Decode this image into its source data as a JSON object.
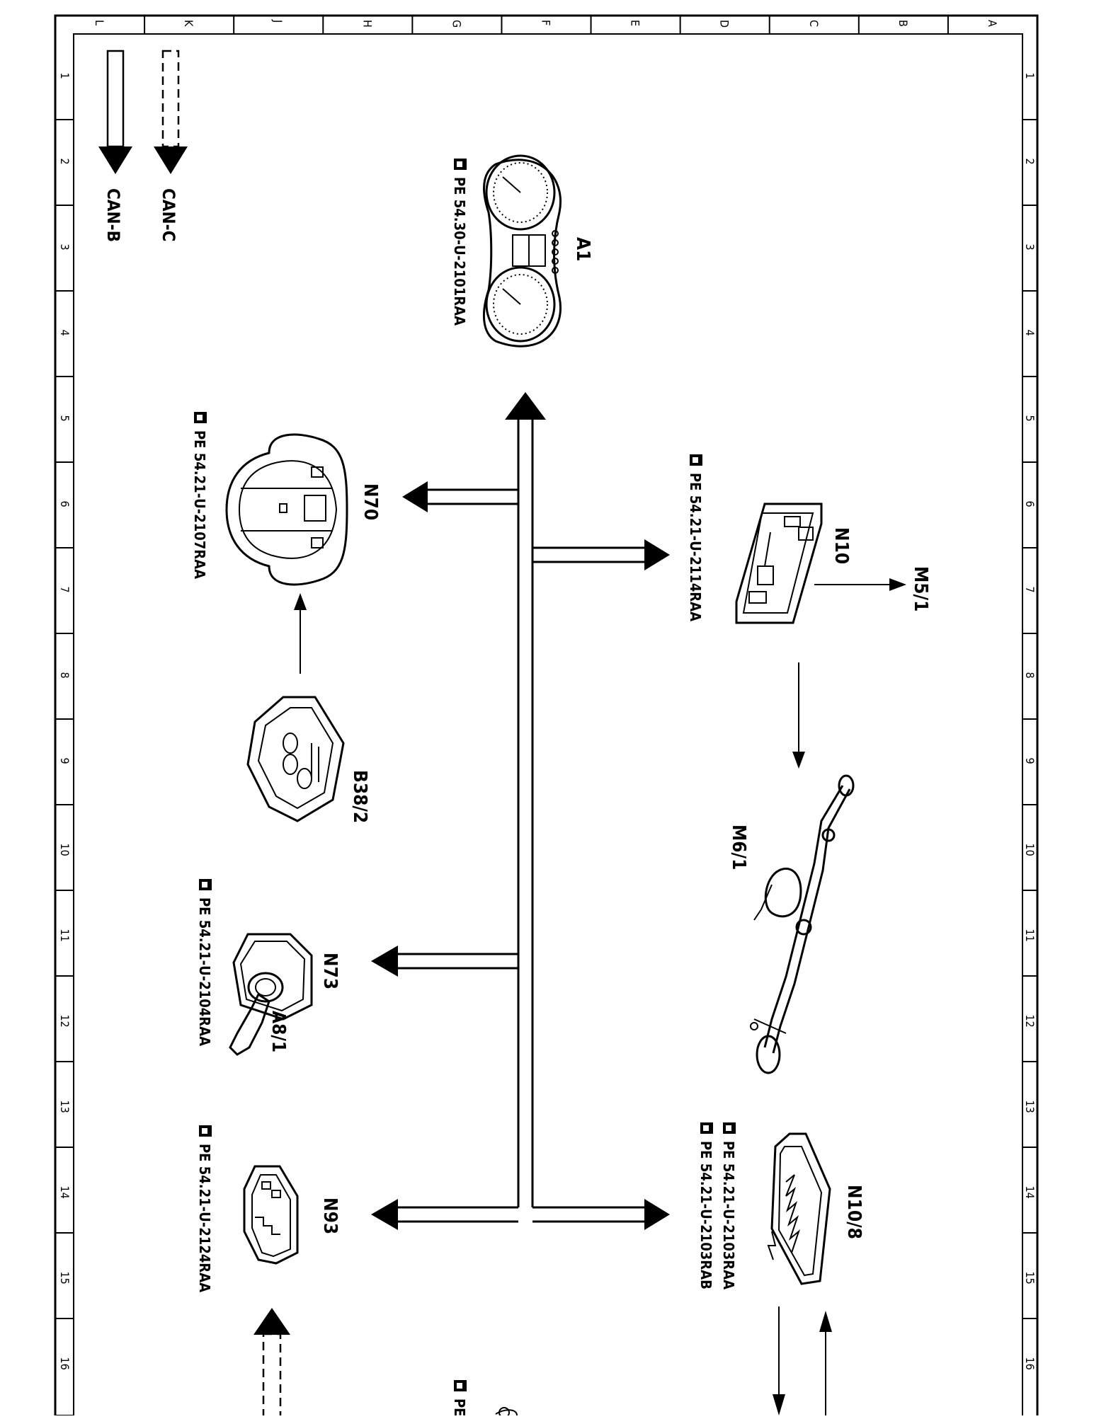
{
  "frame": {
    "row_letters": [
      "L",
      "K",
      "J",
      "H",
      "G",
      "F",
      "E",
      "D",
      "C",
      "B",
      "A"
    ],
    "col_numbers": [
      "1",
      "2",
      "3",
      "4",
      "5",
      "6",
      "7",
      "8",
      "9",
      "10",
      "11",
      "12",
      "13",
      "14",
      "15",
      "16"
    ]
  },
  "legend": [
    {
      "label": "CAN-C",
      "style": "dashed"
    },
    {
      "label": "CAN-B",
      "style": "solid"
    }
  ],
  "components": [
    {
      "code": "A1",
      "ref": "PE 54.30-U-2101RAA",
      "icon": "instrument-cluster"
    },
    {
      "code": "N10",
      "ref": "PE 54.21-U-2114RAA",
      "icon": "sam-module"
    },
    {
      "code": "M5/1",
      "ref": "",
      "icon": ""
    },
    {
      "code": "N70",
      "ref": "PE 54.21-U-2107RAA",
      "icon": "overhead-control-panel"
    },
    {
      "code": "B38/2",
      "ref": "",
      "icon": "rain-light-sensor"
    },
    {
      "code": "M6/1",
      "ref": "",
      "icon": "wiper-motor-linkage"
    },
    {
      "code": "N73",
      "ref": "PE 54.21-U-2104RAA",
      "icon": "ignition-switch"
    },
    {
      "code": "A8/1",
      "ref": "",
      "icon": "transmitter-key"
    },
    {
      "code": "N93",
      "ref": "PE 54.21-U-2124RAA",
      "icon": "central-gateway"
    },
    {
      "code": "N10/8",
      "ref": "PE 54.21-U-2103RAA",
      "ref2": "PE 54.21-U-2103RAB",
      "icon": "rear-sam-module"
    }
  ],
  "partial": {
    "ref_prefix": "PE"
  }
}
